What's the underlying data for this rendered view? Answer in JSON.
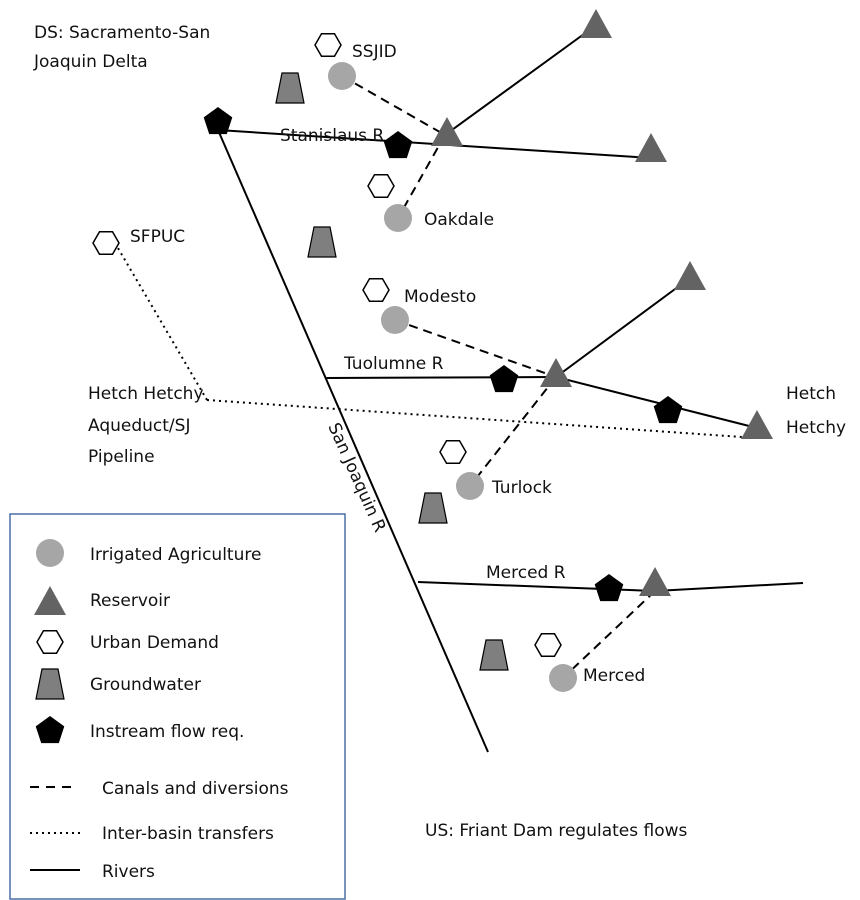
{
  "colors": {
    "agriculture": "#a6a6a6",
    "reservoir": "#636363",
    "groundwater": "#7f7f7f",
    "instream": "#000000",
    "urban_fill": "#ffffff",
    "line": "#000000",
    "legend_border": "#4a6fa5"
  },
  "notes": {
    "ds_line1": "DS: Sacramento-San",
    "ds_line2": "Joaquin Delta",
    "us": "US: Friant Dam regulates flows"
  },
  "rivers": {
    "stanislaus": "Stanislaus R",
    "tuolumne": "Tuolumne R",
    "merced": "Merced R",
    "san_joaquin": "San Joaquin R"
  },
  "nodes": {
    "ssjid": "SSJID",
    "oakdale": "Oakdale",
    "sfpuc": "SFPUC",
    "modesto": "Modesto",
    "turlock": "Turlock",
    "merced": "Merced",
    "hetch_hetchy_1": "Hetch",
    "hetch_hetchy_2": "Hetchy",
    "aqueduct_1": "Hetch Hetchy",
    "aqueduct_2": "Aqueduct/SJ",
    "aqueduct_3": "Pipeline"
  },
  "legend": {
    "agriculture": "Irrigated Agriculture",
    "reservoir": "Reservoir",
    "urban": "Urban Demand",
    "groundwater": "Groundwater",
    "instream": "Instream flow req.",
    "canals": "Canals and diversions",
    "transfers": "Inter-basin transfers",
    "rivers": "Rivers"
  }
}
